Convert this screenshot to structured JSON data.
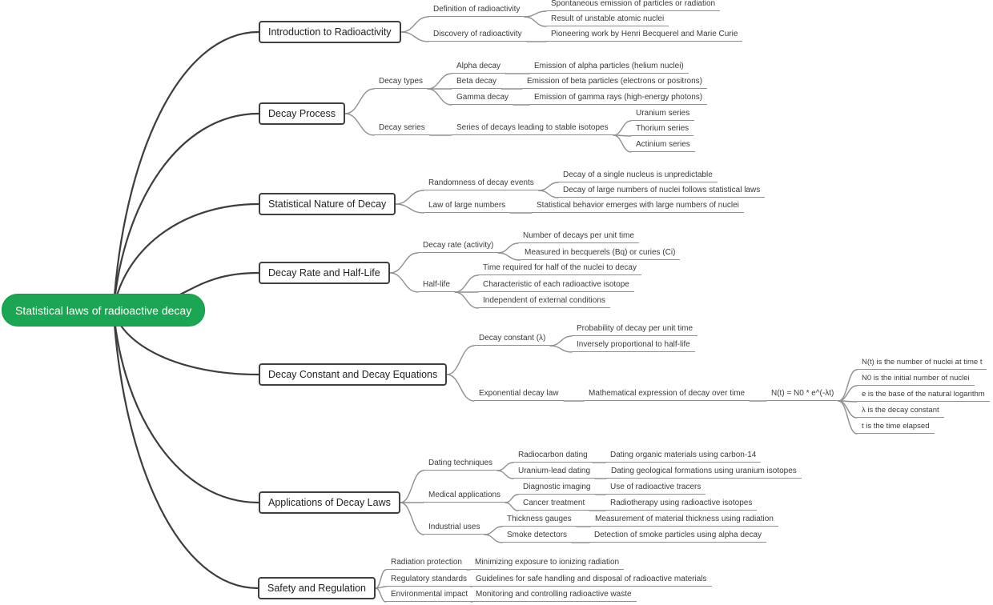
{
  "title": "Statistical laws of radioactive decay",
  "colors": {
    "root_bg": "#1aa652",
    "root_text": "#ffffff",
    "box_border": "#3f3f3f",
    "edge_dark": "#3d3d3d",
    "edge_gray": "#8f8f8f",
    "text": "#3a3a3a",
    "background": "#ffffff"
  },
  "branches": [
    {
      "label": "Introduction to Radioactivity",
      "children": [
        {
          "label": "Definition of radioactivity",
          "children": [
            {
              "label": "Spontaneous emission of particles or radiation"
            },
            {
              "label": "Result of unstable atomic nuclei"
            }
          ]
        },
        {
          "label": "Discovery of radioactivity",
          "children": [
            {
              "label": "Pioneering work by Henri Becquerel and Marie Curie"
            }
          ]
        }
      ]
    },
    {
      "label": "Decay Process",
      "children": [
        {
          "label": "Decay types",
          "children": [
            {
              "label": "Alpha decay",
              "children": [
                {
                  "label": "Emission of alpha particles (helium nuclei)"
                }
              ]
            },
            {
              "label": "Beta decay",
              "children": [
                {
                  "label": "Emission of beta particles (electrons or positrons)"
                }
              ]
            },
            {
              "label": "Gamma decay",
              "children": [
                {
                  "label": "Emission of gamma rays (high-energy photons)"
                }
              ]
            }
          ]
        },
        {
          "label": "Decay series",
          "children": [
            {
              "label": "Series of decays leading to stable isotopes",
              "children": [
                {
                  "label": "Uranium series"
                },
                {
                  "label": "Thorium series"
                },
                {
                  "label": "Actinium series"
                }
              ]
            }
          ]
        }
      ]
    },
    {
      "label": "Statistical Nature of Decay",
      "children": [
        {
          "label": "Randomness of decay events",
          "children": [
            {
              "label": "Decay of a single nucleus is unpredictable"
            },
            {
              "label": "Decay of large numbers of nuclei follows statistical laws"
            }
          ]
        },
        {
          "label": "Law of large numbers",
          "children": [
            {
              "label": "Statistical behavior emerges with large numbers of nuclei"
            }
          ]
        }
      ]
    },
    {
      "label": "Decay Rate and Half-Life",
      "children": [
        {
          "label": "Decay rate (activity)",
          "children": [
            {
              "label": "Number of decays per unit time"
            },
            {
              "label": "Measured in becquerels (Bq) or curies (Ci)"
            }
          ]
        },
        {
          "label": "Half-life",
          "children": [
            {
              "label": "Time required for half of the nuclei to decay"
            },
            {
              "label": "Characteristic of each radioactive isotope"
            },
            {
              "label": "Independent of external conditions"
            }
          ]
        }
      ]
    },
    {
      "label": "Decay Constant and Decay Equations",
      "children": [
        {
          "label": "Decay constant (λ)",
          "children": [
            {
              "label": "Probability of decay per unit time"
            },
            {
              "label": "Inversely proportional to half-life"
            }
          ]
        },
        {
          "label": "Exponential decay law",
          "children": [
            {
              "label": "Mathematical expression of decay over time",
              "children": [
                {
                  "label": "N(t) = N0 * e^(-λt)",
                  "children": [
                    {
                      "label": "N(t) is the number of nuclei at time t"
                    },
                    {
                      "label": "N0 is the initial number of nuclei"
                    },
                    {
                      "label": "e is the base of the natural logarithm"
                    },
                    {
                      "label": "λ is the decay constant"
                    },
                    {
                      "label": "t is the time elapsed"
                    }
                  ]
                }
              ]
            }
          ]
        }
      ]
    },
    {
      "label": "Applications of Decay Laws",
      "children": [
        {
          "label": "Dating techniques",
          "children": [
            {
              "label": "Radiocarbon dating",
              "children": [
                {
                  "label": "Dating organic materials using carbon-14"
                }
              ]
            },
            {
              "label": "Uranium-lead dating",
              "children": [
                {
                  "label": "Dating geological formations using uranium isotopes"
                }
              ]
            }
          ]
        },
        {
          "label": "Medical applications",
          "children": [
            {
              "label": "Diagnostic imaging",
              "children": [
                {
                  "label": "Use of radioactive tracers"
                }
              ]
            },
            {
              "label": "Cancer treatment",
              "children": [
                {
                  "label": "Radiotherapy using radioactive isotopes"
                }
              ]
            }
          ]
        },
        {
          "label": "Industrial uses",
          "children": [
            {
              "label": "Thickness gauges",
              "children": [
                {
                  "label": "Measurement of material thickness using radiation"
                }
              ]
            },
            {
              "label": "Smoke detectors",
              "children": [
                {
                  "label": "Detection of smoke particles using alpha decay"
                }
              ]
            }
          ]
        }
      ]
    },
    {
      "label": "Safety and Regulation",
      "children": [
        {
          "label": "Radiation protection",
          "children": [
            {
              "label": "Minimizing exposure to ionizing radiation"
            }
          ]
        },
        {
          "label": "Regulatory standards",
          "children": [
            {
              "label": "Guidelines for safe handling and disposal of radioactive materials"
            }
          ]
        },
        {
          "label": "Environmental impact",
          "children": [
            {
              "label": "Monitoring and controlling radioactive waste"
            }
          ]
        }
      ]
    }
  ]
}
